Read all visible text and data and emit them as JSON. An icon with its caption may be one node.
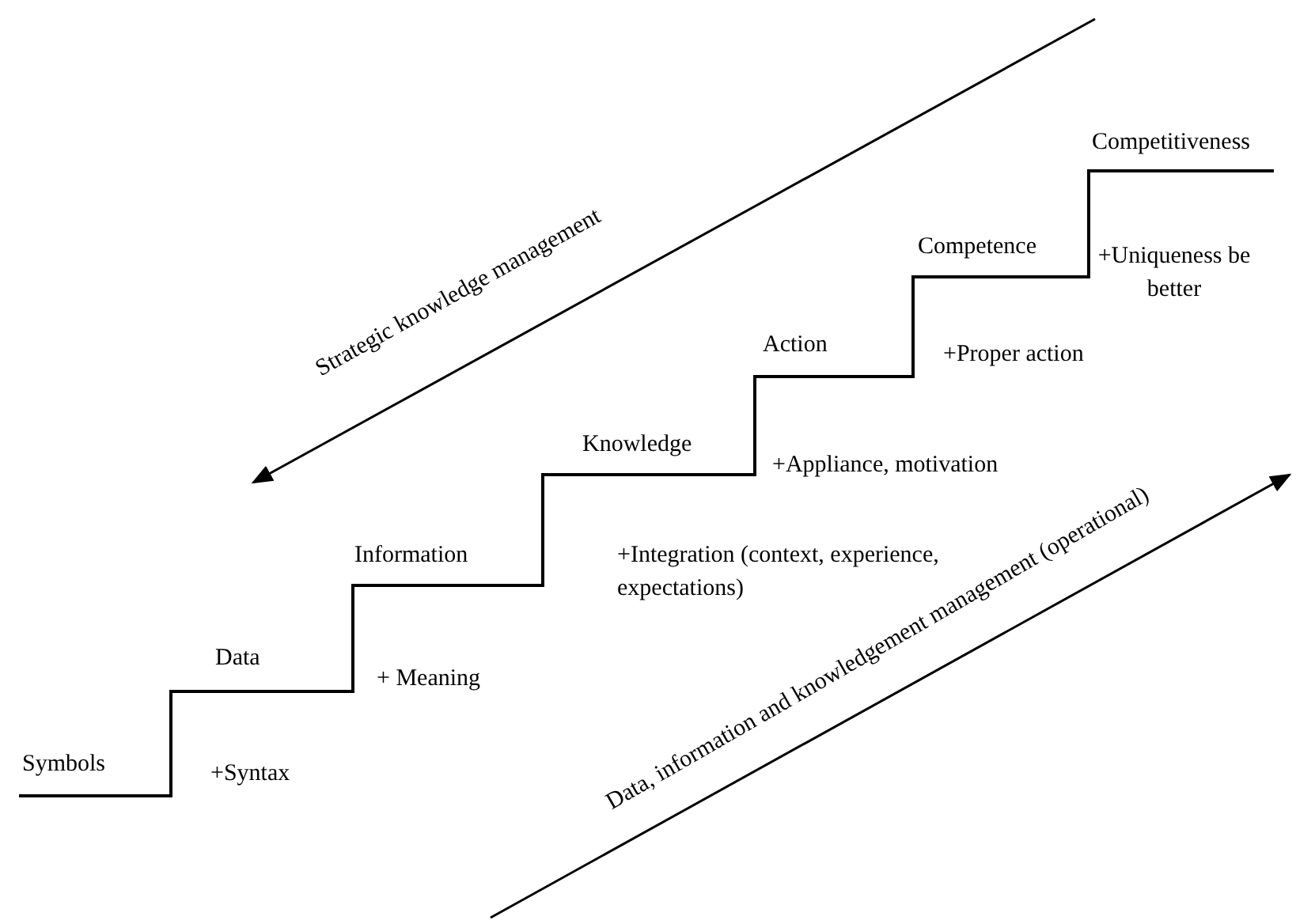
{
  "diagram": {
    "labels": [
      "Competitiveness",
      "Strategic knowledge management",
      "Competence",
      "+Uniqueness be better",
      "Action",
      "+Proper action",
      "Knowledge",
      "+Appliance, motivation",
      "Information",
      "+Integration (context, experience, expectations)",
      "Data, information and knowledgement management (operational)",
      "Data",
      "+ Meaning",
      "Symbols",
      "+Syntax"
    ]
  }
}
